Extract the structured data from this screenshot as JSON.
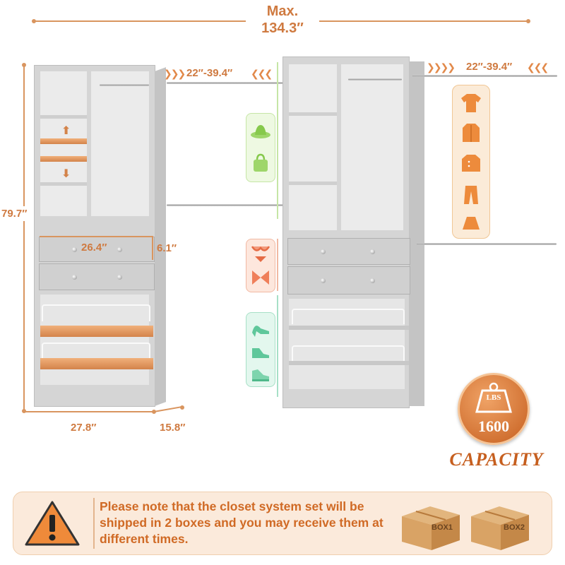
{
  "dimensions": {
    "max_label": "Max.",
    "max_value": "134.3″",
    "height": "79.7″",
    "width": "27.8″",
    "depth": "15.8″",
    "drawer_width": "26.4″",
    "drawer_height": "6.1″",
    "rod_left": "22″-39.4″",
    "rod_right": "22″-39.4″"
  },
  "capacity": {
    "unit": "LBS",
    "value": "1600",
    "label": "CAPACITY"
  },
  "notice": {
    "text": "Please note that the closet system set will be shipped in 2 boxes and you may receive them at different times.",
    "box1": "BOX1",
    "box2": "BOX2"
  },
  "colors": {
    "accent": "#cf7a40",
    "green": "#d9f3c2",
    "red": "#fbd6c6",
    "teal": "#c8efe0",
    "orange": "#fbe0c4",
    "notice_bg": "#fbeadb"
  },
  "icons": [
    "hat-icon",
    "handbag-icon",
    "bikini-icon",
    "bow-icon",
    "heel-icon",
    "shoe-icon",
    "sneaker-icon",
    "shirt-icon",
    "jacket-icon",
    "cardigan-icon",
    "pants-icon",
    "skirt-icon",
    "warning-icon",
    "weight-icon"
  ]
}
